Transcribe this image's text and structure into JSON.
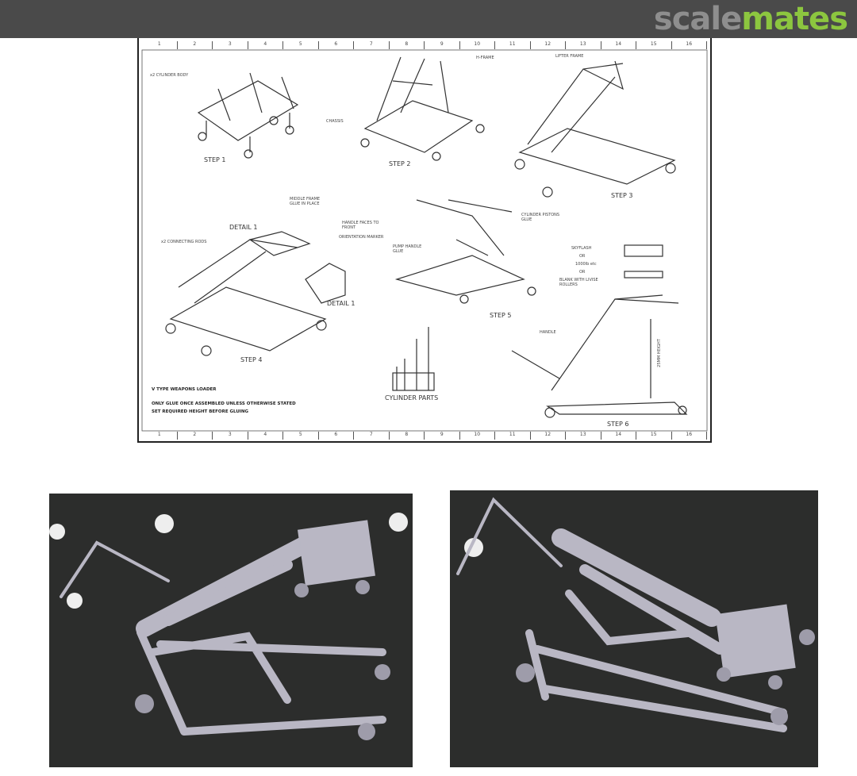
{
  "header": {
    "logo_part1": "scale",
    "logo_part2": "mates",
    "background": "#4a4a4a",
    "logo_gray": "#8e8e8e",
    "logo_green": "#8cc63f"
  },
  "sheet": {
    "ruler": [
      "1",
      "2",
      "3",
      "4",
      "5",
      "6",
      "7",
      "8",
      "9",
      "10",
      "11",
      "12",
      "13",
      "14",
      "15",
      "16"
    ],
    "steps": [
      "STEP 1",
      "STEP 2",
      "STEP 3",
      "STEP 4",
      "STEP 5",
      "STEP 6"
    ],
    "detail": "DETAIL 1",
    "detail2": "DETAIL 1",
    "cylinder_parts": "CYLINDER PARTS",
    "callouts": {
      "cylinder_body": "x2 CYLINDER BODY",
      "chassis": "CHASSIS",
      "h_frame": "H-FRAME",
      "lifter_frame": "LIFTER FRAME",
      "middle_frame": "MIDDLE FRAME GLUE IN PLACE",
      "handle_faces": "HANDLE FACES TO FRONT",
      "connecting_rods": "x2 CONNECTING RODS",
      "orientation_marker": "ORIENTATION MARKER",
      "cylinder_pistons": "CYLINDER PISTONS GLUE",
      "pump_handle": "PUMP HANDLE GLUE",
      "skyflash": "SKYFLASH",
      "or1": "OR",
      "bomb": "1000lb etc",
      "or2": "OR",
      "blank": "BLANK WITH LIVISE ROLLERS",
      "handle": "HANDLE",
      "height": "25MM HEIGHT"
    },
    "title": "V TYPE WEAPONS LOADER",
    "note1": "ONLY GLUE ONCE ASSEMBLED UNLESS OTHERWISE STATED",
    "note2": "SET REQUIRED HEIGHT BEFORE GLUING"
  }
}
